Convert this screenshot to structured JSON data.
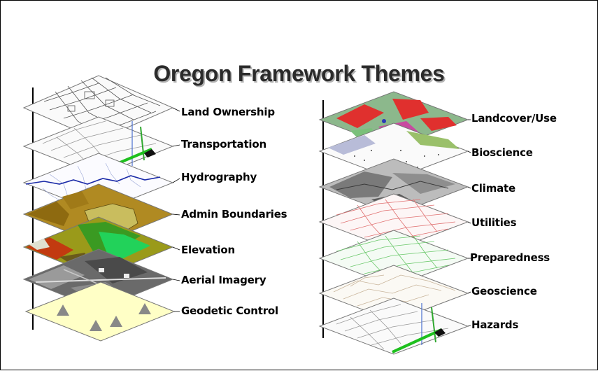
{
  "title": "Oregon Framework Themes",
  "left_layers": [
    "Land Ownership",
    "Transportation",
    "Hydrography",
    "Admin Boundaries",
    "Elevation",
    "Aerial Imagery",
    "Geodetic Control"
  ],
  "right_layers": [
    "Landcover/Use",
    "Bioscience",
    "Climate",
    "Utilities",
    "Preparedness",
    "Geoscience",
    "Hazards"
  ]
}
